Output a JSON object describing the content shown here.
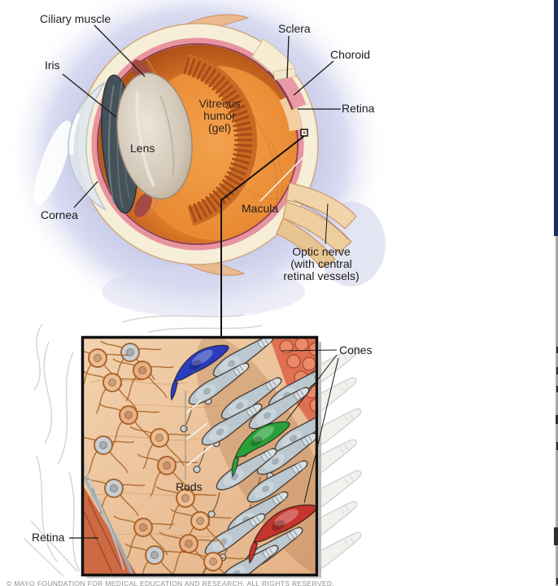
{
  "figure": {
    "title_context": "Anatomy of the eye with retina close-up (rods and cones)"
  },
  "labels": {
    "ciliary_muscle": "Ciliary muscle",
    "iris": "Iris",
    "sclera": "Sclera",
    "choroid": "Choroid",
    "retina_outer": "Retina",
    "vitreous_line1": "Vitreous",
    "vitreous_line2": "humor",
    "vitreous_line3": "(gel)",
    "lens": "Lens",
    "cornea": "Cornea",
    "macula": "Macula",
    "optic_nerve_line1": "Optic nerve",
    "optic_nerve_line2": "(with central",
    "optic_nerve_line3": "retinal vessels)",
    "cones": "Cones",
    "rods": "Rods",
    "retina_inset": "Retina"
  },
  "footer": {
    "copyright": "© MAYO FOUNDATION FOR MEDICAL EDUCATION AND RESEARCH. ALL RIGHTS RESERVED."
  },
  "colors": {
    "edge_navy": "#1a2f5e",
    "edge_gray": "#a8a8a8",
    "sclera_cream": "#f7eed8",
    "choroid_pink": "#e794a0",
    "retina_orange": "#e07b28",
    "vitreous_orange": "#ef9a44",
    "cone_blue": "#2b3dbd",
    "cone_green": "#2ba03a",
    "cone_red": "#c5352b",
    "lavender_halo": "#c2c5e6"
  }
}
